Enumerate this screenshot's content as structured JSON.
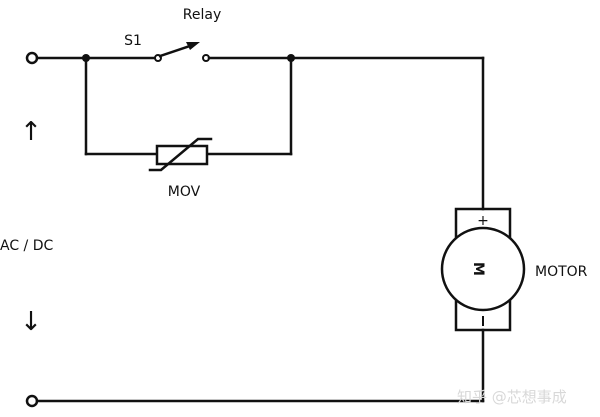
{
  "diagram": {
    "type": "circuit-schematic",
    "labels": {
      "relay": "Relay",
      "switch": "S1",
      "varistor": "MOV",
      "source": "AC / DC",
      "motor": "MOTOR",
      "motor_symbol": "M",
      "motor_plus": "+",
      "motor_minus": "−"
    },
    "arrows": {
      "up": "↑",
      "down": "↓"
    },
    "watermark": "知乎 @芯想事成",
    "colors": {
      "line": "#111111",
      "background": "#ffffff",
      "watermark": "#d8d8d8"
    },
    "components": [
      {
        "id": "S1",
        "kind": "relay-switch",
        "state": "open"
      },
      {
        "id": "MOV",
        "kind": "metal-oxide-varistor",
        "connection": "parallel with S1"
      },
      {
        "id": "M",
        "kind": "dc-motor"
      }
    ]
  }
}
